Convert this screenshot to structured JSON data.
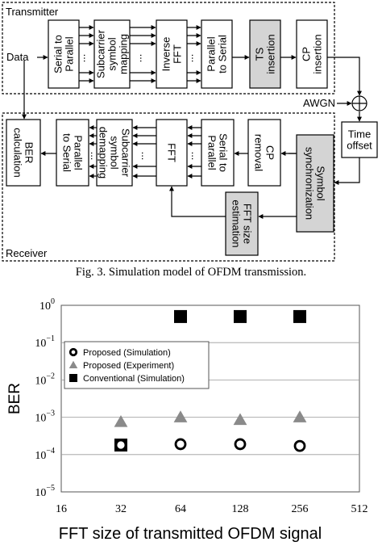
{
  "diagram": {
    "transmitter_label": "Transmitter",
    "receiver_label": "Receiver",
    "data_label": "Data",
    "awgn_label": "AWGN",
    "ellipsis": "...",
    "blocks": {
      "serial_to_parallel_tx": [
        "Serial to",
        "Parallel"
      ],
      "subcarrier_mapping": [
        "Subcarrier",
        "symbol",
        "mapping"
      ],
      "inverse_fft": [
        "Inverse",
        "FFT"
      ],
      "parallel_to_serial_tx": [
        "Parallel",
        "to Serial"
      ],
      "ts_insertion": [
        "TS",
        "insertion"
      ],
      "cp_insertion": [
        "CP",
        "insertion"
      ],
      "time_offset": [
        "Time",
        "offset"
      ],
      "symbol_sync": [
        "Symbol",
        "synchronization"
      ],
      "cp_removal": [
        "CP",
        "removal"
      ],
      "serial_to_parallel_rx": [
        "Serial to",
        "Parallel"
      ],
      "fft": [
        "FFT"
      ],
      "subcarrier_demapping": [
        "Subcarrier",
        "symbol",
        "demapping"
      ],
      "parallel_to_serial_rx": [
        "Parallel",
        "to Serial"
      ],
      "ber_calc": [
        "BER",
        "calculation"
      ],
      "fft_size_est": [
        "FFT size",
        "estimation"
      ]
    },
    "highlight_color": "#d4d4d4"
  },
  "figure_caption": "Fig. 3.  Simulation model of OFDM transmission.",
  "chart_data": {
    "type": "scatter",
    "x_scale": "log2",
    "y_scale": "log10",
    "xlim": [
      16,
      512
    ],
    "ylim": [
      1e-05,
      1
    ],
    "x_ticks": [
      "16",
      "32",
      "64",
      "128",
      "256",
      "512"
    ],
    "y_ticks": [
      {
        "base": "10",
        "exp": "0"
      },
      {
        "base": "10",
        "exp": "−1"
      },
      {
        "base": "10",
        "exp": "−2"
      },
      {
        "base": "10",
        "exp": "−3"
      },
      {
        "base": "10",
        "exp": "−4"
      },
      {
        "base": "10",
        "exp": "−5"
      }
    ],
    "xlabel": "FFT size of transmitted OFDM signal",
    "ylabel": "BER",
    "grid": true,
    "legend_position": "upper-left",
    "series": [
      {
        "name": "Proposed (Simulation)",
        "marker": "circle-open",
        "color": "#000000",
        "x": [
          32,
          64,
          128,
          256
        ],
        "y": [
          0.00018,
          0.00019,
          0.00019,
          0.00017
        ]
      },
      {
        "name": "Proposed (Experiment)",
        "marker": "triangle",
        "color": "#8a8a8a",
        "x": [
          32,
          64,
          128,
          256
        ],
        "y": [
          0.00075,
          0.001,
          0.00085,
          0.001
        ]
      },
      {
        "name": "Conventional (Simulation)",
        "marker": "square",
        "color": "#000000",
        "x": [
          32,
          64,
          128,
          256
        ],
        "y": [
          0.00018,
          0.5,
          0.5,
          0.5
        ]
      }
    ]
  }
}
